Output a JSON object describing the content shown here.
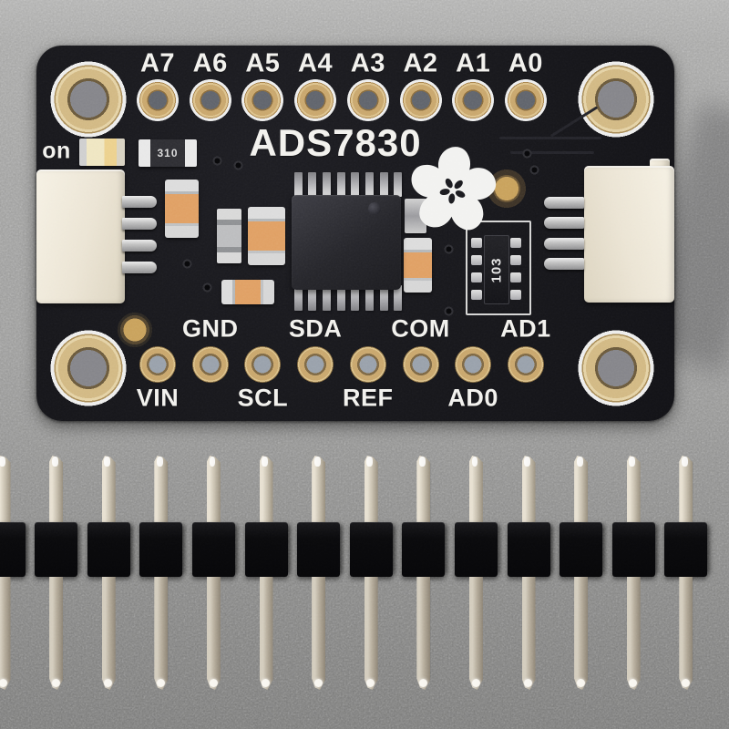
{
  "board": {
    "title": "ADS7830",
    "power_led_label": "on",
    "analog_pins": [
      "A7",
      "A6",
      "A5",
      "A4",
      "A3",
      "A2",
      "A1",
      "A0"
    ],
    "io_pins_upper": [
      "GND",
      "SDA",
      "COM",
      "AD1"
    ],
    "io_pins_lower": [
      "VIN",
      "SCL",
      "REF",
      "AD0"
    ],
    "component_markings": {
      "resistor": "310",
      "resistor_network": "103"
    },
    "mounting_hole_count": 4,
    "analog_hole_count": 8,
    "io_hole_count": 8,
    "colors": {
      "pcb": "#16161a",
      "gold_pad": "#c9a76d",
      "silkscreen": "#f2f1ed",
      "connector": "#ece5d4",
      "capacitor": "#e0a064",
      "background": "#9a9a99"
    }
  },
  "pin_header": {
    "pin_count": 14,
    "plastic_color": "#0a0a0c",
    "pin_color": "#b5ac9b"
  }
}
